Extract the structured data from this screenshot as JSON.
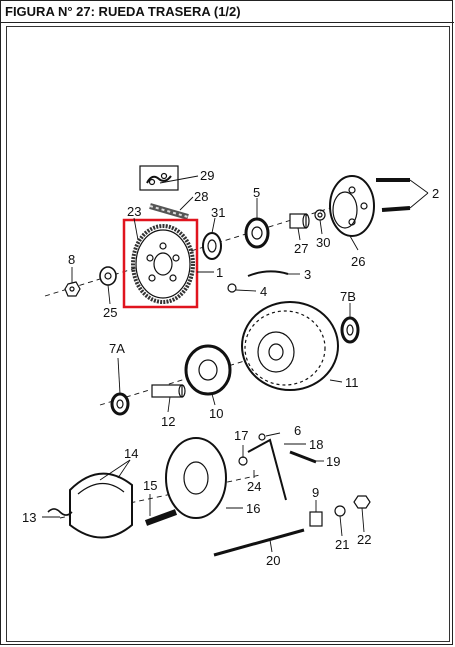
{
  "title": "FIGURA N° 27: RUEDA TRASERA (1/2)",
  "highlight_color": "#e0141e",
  "parts": {
    "p1": "1",
    "p2": "2",
    "p3": "3",
    "p4": "4",
    "p5": "5",
    "p6": "6",
    "p7A": "7A",
    "p7B": "7B",
    "p8": "8",
    "p9": "9",
    "p10": "10",
    "p11": "11",
    "p12": "12",
    "p13": "13",
    "p14": "14",
    "p15": "15",
    "p16": "16",
    "p17": "17",
    "p18": "18",
    "p19": "19",
    "p20": "20",
    "p21": "21",
    "p22": "22",
    "p23": "23",
    "p24": "24",
    "p25": "25",
    "p26": "26",
    "p27": "27",
    "p28": "28",
    "p29": "29",
    "p30": "30",
    "p31": "31"
  }
}
